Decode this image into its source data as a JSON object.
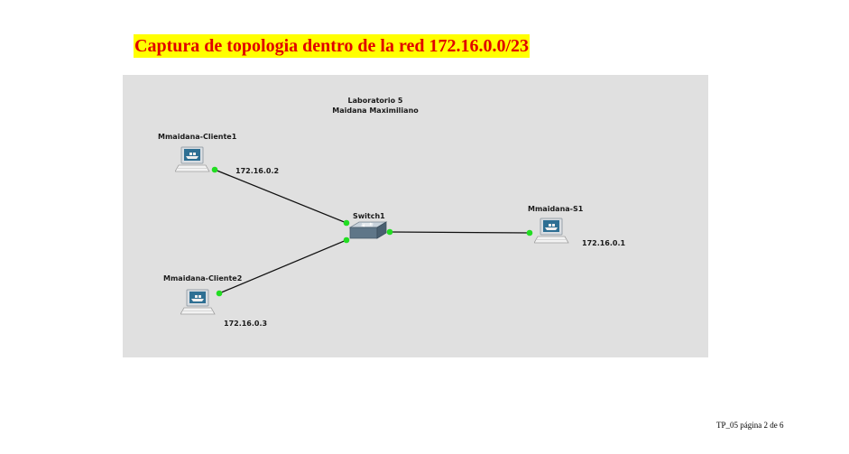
{
  "page": {
    "title": "Captura de topologia  dentro de la red 172.16.0.0/23",
    "footer": "TP_05 página 2 de 6"
  },
  "topology": {
    "header_line1": "Laboratorio 5",
    "header_line2": "Maidana Maximiliano",
    "nodes": {
      "cliente1": {
        "name": "Mmaidana-Cliente1",
        "ip": "172.16.0.2",
        "icon": "computer-icon"
      },
      "cliente2": {
        "name": "Mmaidana-Cliente2",
        "ip": "172.16.0.3",
        "icon": "computer-icon"
      },
      "server": {
        "name": "Mmaidana-S1",
        "ip": "172.16.0.1",
        "icon": "computer-icon"
      },
      "switch": {
        "name": "Switch1",
        "icon": "switch-icon"
      }
    },
    "colors": {
      "link_status": "#22dd22",
      "link": "#111111",
      "canvas": "#e0e0e0"
    }
  }
}
